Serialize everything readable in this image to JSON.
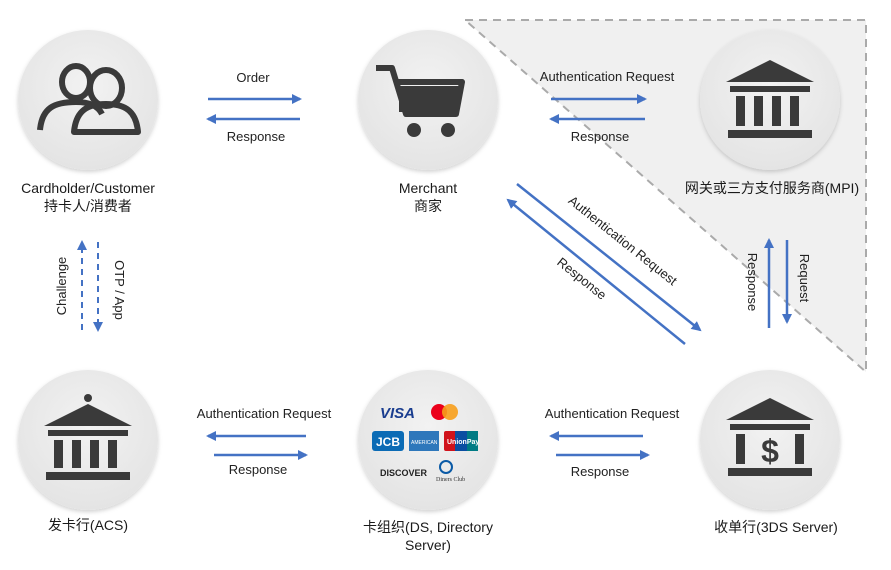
{
  "nodes": {
    "cardholder": {
      "name_en": "Cardholder/Customer",
      "name_cn": "持卡人/消费者",
      "icon": "people-icon"
    },
    "merchant": {
      "name_en": "Merchant",
      "name_cn": "商家",
      "icon": "shopping-cart-icon"
    },
    "mpi": {
      "name": "网关或三方支付服务商(MPI)",
      "icon": "bank-icon"
    },
    "acs": {
      "name": "发卡行(ACS)",
      "icon": "bank-icon"
    },
    "ds": {
      "name_line1": "卡组织(DS, Directory",
      "name_line2": "Server)",
      "icon": "card-brands-logos"
    },
    "server3ds": {
      "name": "收单行(3DS Server)",
      "icon": "bank-dollar-icon"
    }
  },
  "card_brands": [
    "VISA",
    "mastercard",
    "JCB",
    "AMERICAN EXPRESS",
    "UnionPay 银联",
    "DISCOVER",
    "Diners Club INTERNATIONAL"
  ],
  "edges": {
    "order": "Order",
    "response": "Response",
    "auth_request": "Authentication Request",
    "request": "Request",
    "challenge": "Challenge",
    "otp_app": "OTP / App"
  },
  "colors": {
    "arrow": "#4472c4",
    "circle": "#ececec",
    "icon": "#3a3a3a",
    "dashed": "#aaaaaa"
  }
}
